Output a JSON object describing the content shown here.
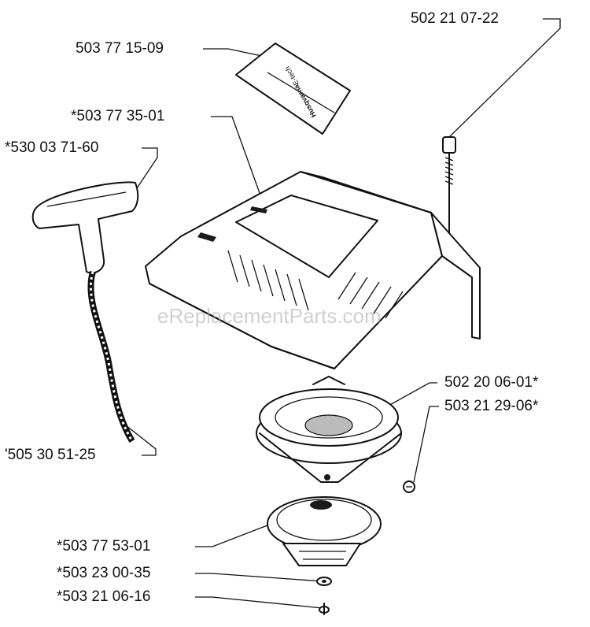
{
  "watermark": "eReplacementParts.com",
  "decal_text": {
    "brand": "Husqvarna",
    "model": "E-tech"
  },
  "labels": {
    "label_decal": "503 77 15-09",
    "bolt": "502 21 07-22",
    "starter_cover": "*503 77 35-01",
    "starter_handle": "*530 03 71-60",
    "starter_rope": "'505 30 51-25",
    "rope_pulley": "502 20 06-01*",
    "pulley_screw": "503 21 29-06*",
    "recoil_spring_assy": "*503 77 53-01",
    "washer": "*503 23 00-35",
    "screw": "*503 21 06-16"
  }
}
